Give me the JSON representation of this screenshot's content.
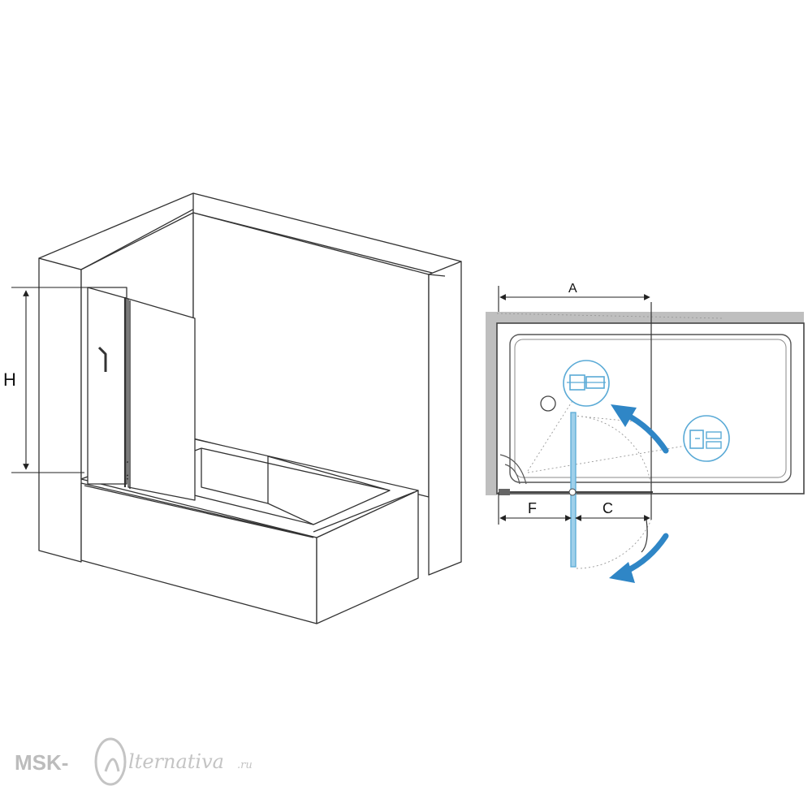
{
  "perspective_view": {
    "height_label": "H"
  },
  "plan_view": {
    "width_label": "A",
    "fixed_label": "F",
    "swing_label": "C"
  },
  "watermark": {
    "brand_prefix": "MSK-",
    "brand_script": "lternativa",
    "brand_domain": ".ru"
  },
  "colors": {
    "line": "#3a3a3a",
    "glass_blue": "#5aaad6",
    "arrow_blue": "#2f86c6",
    "wall_fill": "#ffffff",
    "plan_wall": "#bfbfbf",
    "watermark_gray": "#bcbcbc"
  }
}
